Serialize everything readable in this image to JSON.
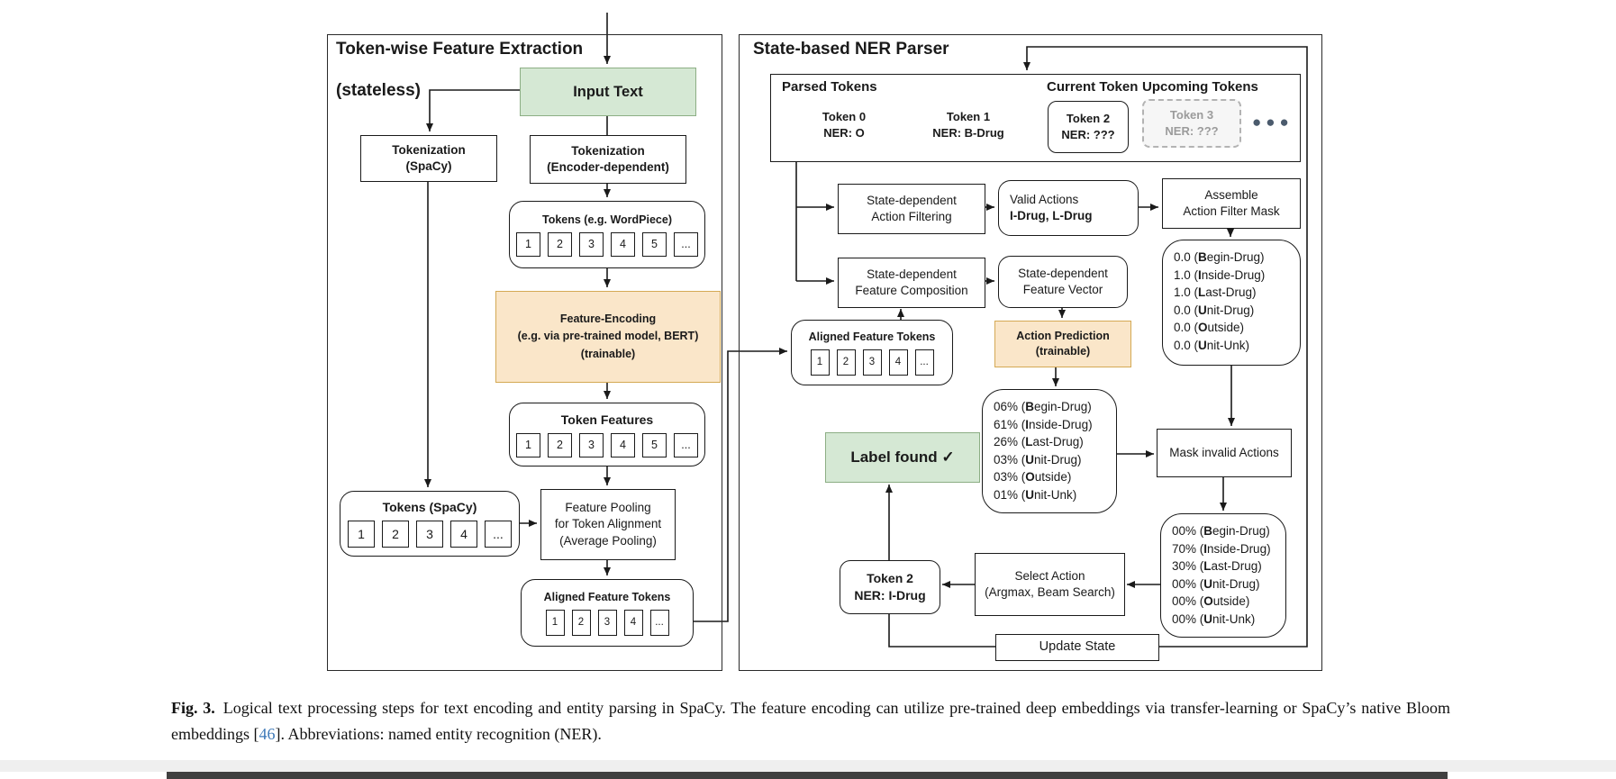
{
  "colors": {
    "green_fill": "#d5e8d4",
    "green_stroke": "#8cae84",
    "orange_fill": "#fae6c9",
    "orange_stroke": "#d4a954",
    "link": "#3d79b8",
    "ellipsis": "#4b5b6d"
  },
  "left_panel": {
    "title_line1": "Token-wise Feature Extraction",
    "title_line2": "(stateless)",
    "input_text": "Input Text",
    "tokenization_spacy": {
      "line1": "Tokenization",
      "line2": "(SpaCy)"
    },
    "tokenization_encoder": {
      "line1": "Tokenization",
      "line2": "(Encoder-dependent)"
    },
    "tokens_wordpiece": {
      "title": "Tokens (e.g. WordPiece)",
      "cells": [
        "1",
        "2",
        "3",
        "4",
        "5",
        "..."
      ]
    },
    "feature_encoding": {
      "line1": "Feature-Encoding",
      "line2": "(e.g. via pre-trained model, BERT)",
      "line3": "(trainable)"
    },
    "token_features": {
      "title": "Token Features",
      "cells": [
        "1",
        "2",
        "3",
        "4",
        "5",
        "..."
      ]
    },
    "tokens_spacy": {
      "title": "Tokens (SpaCy)",
      "cells": [
        "1",
        "2",
        "3",
        "4",
        "..."
      ]
    },
    "feature_pooling": {
      "line1": "Feature Pooling",
      "line2": "for Token Alignment",
      "line3": "(Average Pooling)"
    },
    "aligned_tokens": {
      "title": "Aligned Feature Tokens",
      "cells": [
        "1",
        "2",
        "3",
        "4",
        "..."
      ]
    }
  },
  "right_panel": {
    "title": "State-based NER Parser",
    "state": {
      "parsed_label": "Parsed Tokens",
      "current_label": "Current Token",
      "upcoming_label": "Upcoming Tokens",
      "token0": {
        "line1": "Token 0",
        "line2": "NER: O"
      },
      "token1": {
        "line1": "Token 1",
        "line2": "NER: B-Drug"
      },
      "token2": {
        "line1": "Token 2",
        "line2": "NER: ???"
      },
      "token3": {
        "line1": "Token 3",
        "line2": "NER: ???"
      },
      "ellipsis": "●●●"
    },
    "action_filtering": {
      "line1": "State-dependent",
      "line2": "Action Filtering"
    },
    "valid_actions": {
      "line1": "Valid Actions",
      "line2": "I-Drug, L-Drug"
    },
    "assemble_mask": {
      "line1": "Assemble",
      "line2": "Action Filter Mask"
    },
    "filter_mask_values": [
      {
        "pre": "0.0 (",
        "b": "B",
        "post": "egin-Drug)"
      },
      {
        "pre": "1.0 (",
        "b": "I",
        "post": "nside-Drug)"
      },
      {
        "pre": "1.0 (",
        "b": "L",
        "post": "ast-Drug)"
      },
      {
        "pre": "0.0 (",
        "b": "U",
        "post": "nit-Drug)"
      },
      {
        "pre": "0.0 (",
        "b": "O",
        "post": "utside)"
      },
      {
        "pre": "0.0 (",
        "b": "U",
        "post": "nit-Unk)"
      }
    ],
    "feature_composition": {
      "line1": "State-dependent",
      "line2": "Feature Composition"
    },
    "feature_vector": {
      "line1": "State-dependent",
      "line2": "Feature Vector"
    },
    "aligned_tokens": {
      "title": "Aligned Feature Tokens",
      "cells": [
        "1",
        "2",
        "3",
        "4",
        "..."
      ]
    },
    "action_prediction": {
      "line1": "Action Prediction",
      "line2": "(trainable)"
    },
    "action_probabilities": [
      {
        "pre": "06% (",
        "b": "B",
        "post": "egin-Drug)"
      },
      {
        "pre": "61% (",
        "b": "I",
        "post": "nside-Drug)"
      },
      {
        "pre": "26% (",
        "b": "L",
        "post": "ast-Drug)"
      },
      {
        "pre": "03% (",
        "b": "U",
        "post": "nit-Drug)"
      },
      {
        "pre": "03% (",
        "b": "O",
        "post": "utside)"
      },
      {
        "pre": "01% (",
        "b": "U",
        "post": "nit-Unk)"
      }
    ],
    "label_found": "Label found ✓",
    "mask_invalid": "Mask invalid Actions",
    "masked_probabilities": [
      {
        "pre": "00% (",
        "b": "B",
        "post": "egin-Drug)"
      },
      {
        "pre": "70% (",
        "b": "I",
        "post": "nside-Drug)"
      },
      {
        "pre": "30% (",
        "b": "L",
        "post": "ast-Drug)"
      },
      {
        "pre": "00% (",
        "b": "U",
        "post": "nit-Drug)"
      },
      {
        "pre": "00% (",
        "b": "O",
        "post": "utside)"
      },
      {
        "pre": "00% (",
        "b": "U",
        "post": "nit-Unk)"
      }
    ],
    "select_action": {
      "line1": "Select Action",
      "line2": "(Argmax, Beam Search)"
    },
    "selected_token": {
      "line1": "Token 2",
      "line2": "NER: I-Drug"
    },
    "update_state": "Update State"
  },
  "page": {
    "caption": {
      "label": "Fig. 3.",
      "before_ref": "Logical text processing steps for text encoding and entity parsing in SpaCy. The feature encoding can utilize pre-trained deep embeddings via transfer-learning or SpaCy’s native Bloom embeddings [",
      "ref": "46",
      "after_ref": "]. Abbreviations: named entity recognition (NER)."
    }
  }
}
